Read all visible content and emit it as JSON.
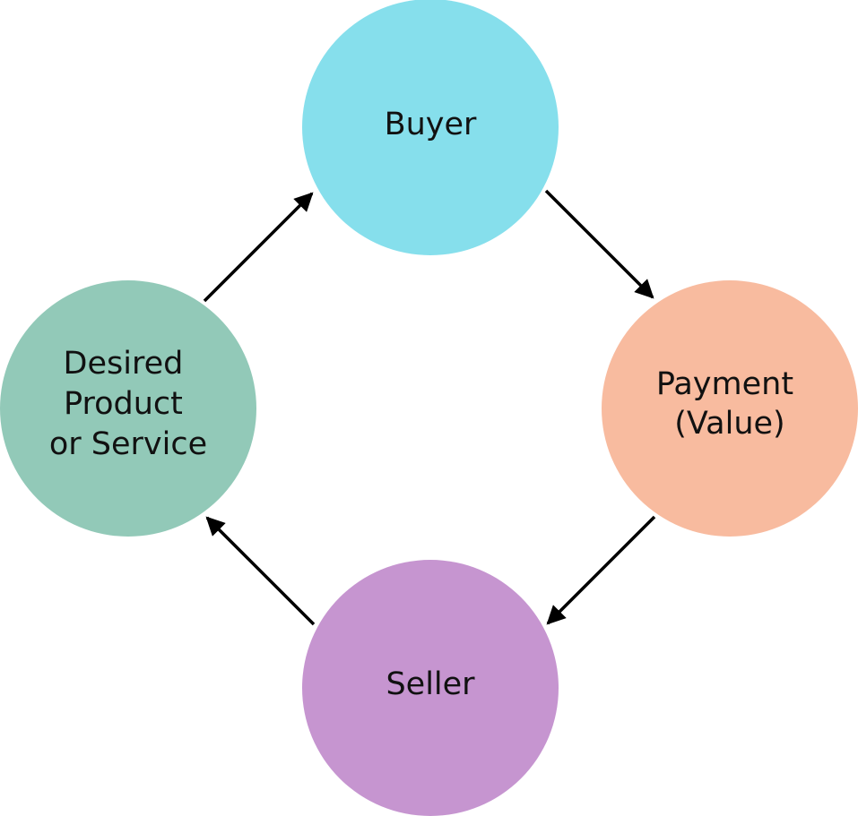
{
  "nodes": [
    {
      "id": "buyer",
      "lines": [
        "Buyer"
      ],
      "color": "#86dfec"
    },
    {
      "id": "payment",
      "lines": [
        "Payment",
        "(Value)"
      ],
      "color": "#f8bb9f"
    },
    {
      "id": "seller",
      "lines": [
        "Seller"
      ],
      "color": "#c695d0"
    },
    {
      "id": "product",
      "lines": [
        "Desired",
        "Product",
        "or Service"
      ],
      "color": "#92c9b8"
    }
  ],
  "edges": [
    {
      "from": "buyer",
      "to": "payment"
    },
    {
      "from": "payment",
      "to": "seller"
    },
    {
      "from": "seller",
      "to": "product"
    },
    {
      "from": "product",
      "to": "buyer"
    }
  ]
}
